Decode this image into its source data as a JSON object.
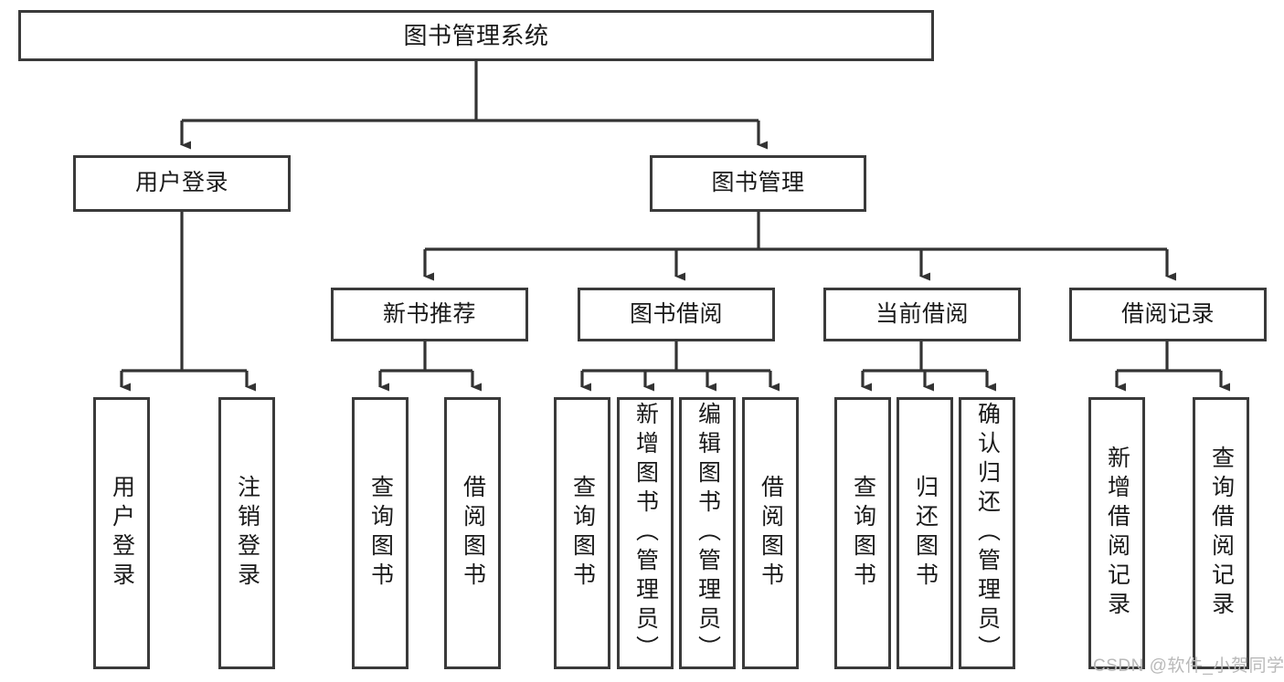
{
  "diagram": {
    "type": "tree-hierarchy-chart",
    "title": "图书管理系统",
    "colors": {
      "box_border": "#3a3a3a",
      "box_fill": "#ffffff",
      "connector": "#333333",
      "text": "#1a1a1a",
      "watermark": "#b9b9b9"
    },
    "nodes": {
      "root": {
        "label": "图书管理系统",
        "level": 1,
        "orientation": "horizontal"
      },
      "user_login": {
        "label": "用户登录",
        "level": 2,
        "orientation": "horizontal"
      },
      "book_manage": {
        "label": "图书管理",
        "level": 2,
        "orientation": "horizontal"
      },
      "new_book_rec": {
        "label": "新书推荐",
        "level": 3,
        "orientation": "horizontal"
      },
      "book_borrow": {
        "label": "图书借阅",
        "level": 3,
        "orientation": "horizontal"
      },
      "current_borrow": {
        "label": "当前借阅",
        "level": 3,
        "orientation": "horizontal"
      },
      "borrow_record": {
        "label": "借阅记录",
        "level": 3,
        "orientation": "horizontal"
      },
      "leaf_user_login": {
        "label": "用户登录",
        "level": 4,
        "orientation": "vertical"
      },
      "leaf_logout": {
        "label": "注销登录",
        "level": 4,
        "orientation": "vertical"
      },
      "leaf_query_book_a": {
        "label": "查询图书",
        "level": 4,
        "orientation": "vertical"
      },
      "leaf_borrow_book_a": {
        "label": "借阅图书",
        "level": 4,
        "orientation": "vertical"
      },
      "leaf_query_book_b": {
        "label": "查询图书",
        "level": 4,
        "orientation": "vertical"
      },
      "leaf_add_book": {
        "label": "新增图书（管理员）",
        "level": 4,
        "orientation": "vertical"
      },
      "leaf_edit_book": {
        "label": "编辑图书（管理员）",
        "level": 4,
        "orientation": "vertical"
      },
      "leaf_borrow_book_b": {
        "label": "借阅图书",
        "level": 4,
        "orientation": "vertical"
      },
      "leaf_query_book_c": {
        "label": "查询图书",
        "level": 4,
        "orientation": "vertical"
      },
      "leaf_return_book": {
        "label": "归还图书",
        "level": 4,
        "orientation": "vertical"
      },
      "leaf_confirm_return": {
        "label": "确认归还（管理员）",
        "level": 4,
        "orientation": "vertical"
      },
      "leaf_add_record": {
        "label": "新增借阅记录",
        "level": 4,
        "orientation": "vertical"
      },
      "leaf_query_record": {
        "label": "查询借阅记录",
        "level": 4,
        "orientation": "vertical"
      }
    },
    "edges": [
      {
        "from": "root",
        "to": "user_login"
      },
      {
        "from": "root",
        "to": "book_manage"
      },
      {
        "from": "book_manage",
        "to": "new_book_rec"
      },
      {
        "from": "book_manage",
        "to": "book_borrow"
      },
      {
        "from": "book_manage",
        "to": "current_borrow"
      },
      {
        "from": "book_manage",
        "to": "borrow_record"
      },
      {
        "from": "user_login",
        "to": "leaf_user_login"
      },
      {
        "from": "user_login",
        "to": "leaf_logout"
      },
      {
        "from": "new_book_rec",
        "to": "leaf_query_book_a"
      },
      {
        "from": "new_book_rec",
        "to": "leaf_borrow_book_a"
      },
      {
        "from": "book_borrow",
        "to": "leaf_query_book_b"
      },
      {
        "from": "book_borrow",
        "to": "leaf_add_book"
      },
      {
        "from": "book_borrow",
        "to": "leaf_edit_book"
      },
      {
        "from": "book_borrow",
        "to": "leaf_borrow_book_b"
      },
      {
        "from": "current_borrow",
        "to": "leaf_query_book_c"
      },
      {
        "from": "current_borrow",
        "to": "leaf_return_book"
      },
      {
        "from": "current_borrow",
        "to": "leaf_confirm_return"
      },
      {
        "from": "borrow_record",
        "to": "leaf_add_record"
      },
      {
        "from": "borrow_record",
        "to": "leaf_query_record"
      }
    ]
  },
  "watermark": {
    "text": "CSDN @软件_小贺同学"
  }
}
